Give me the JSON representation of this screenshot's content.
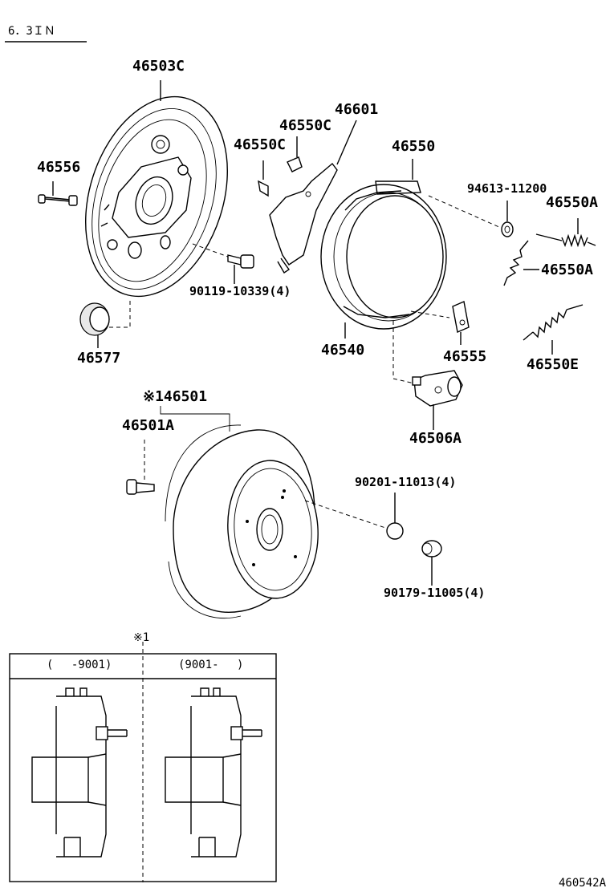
{
  "header": {
    "engine_code": "6．3ＩＮ"
  },
  "parts": {
    "p46503C": "46503C",
    "p46556": "46556",
    "p46550C_a": "46550C",
    "p46550C_b": "46550C",
    "p46601": "46601",
    "p46550": "46550",
    "p94613": "94613-11200",
    "p46550A_a": "46550A",
    "p46550A_b": "46550A",
    "p90119": "90119-10339(4)",
    "p46577": "46577",
    "p46540": "46540",
    "p46555": "46555",
    "p46550E": "46550E",
    "p46501": "※146501",
    "p46501A": "46501A",
    "p46506A": "46506A",
    "p90201": "90201-11013(4)",
    "p90179": "90179-11005(4)"
  },
  "inset": {
    "marker": "※1",
    "col_left": "(　 -9001)",
    "col_right": "(9001-　 )"
  },
  "footer": {
    "diagram_id": "460542A"
  }
}
